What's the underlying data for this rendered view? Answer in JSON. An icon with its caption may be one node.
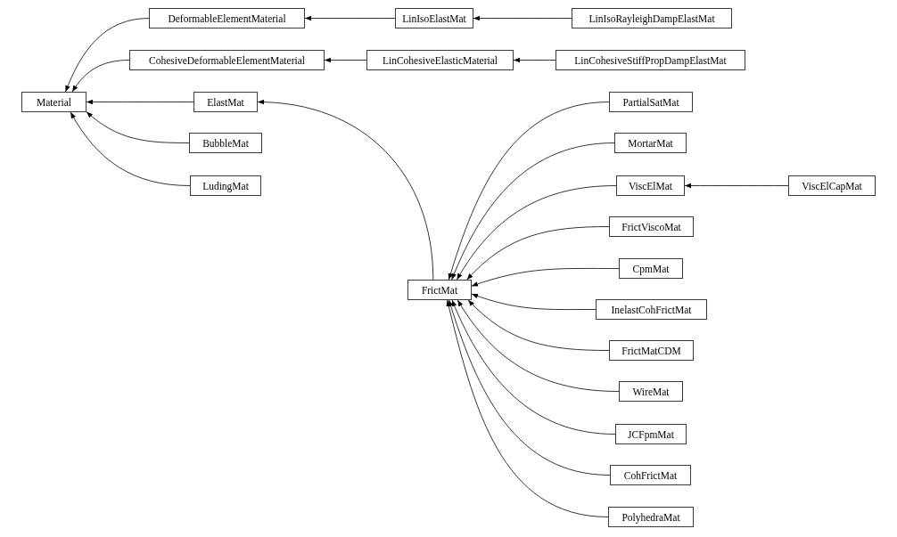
{
  "diagram": {
    "nodes": [
      {
        "text": [
          "Material"
        ]
      },
      {
        "text": [
          "DeformableElementMaterial"
        ]
      },
      {
        "text": [
          "LinIsoElastMat"
        ]
      },
      {
        "text": [
          "LinIsoRayleighDampElastMat"
        ]
      },
      {
        "text": [
          "CohesiveDeformableElementMaterial"
        ]
      },
      {
        "text": [
          "LinCohesiveElasticMaterial"
        ]
      },
      {
        "text": [
          "LinCohesiveStiffPropDampElastMat"
        ]
      },
      {
        "text": [
          "ElastMat"
        ]
      },
      {
        "text": [
          "BubbleMat"
        ]
      },
      {
        "text": [
          "LudingMat"
        ]
      },
      {
        "text": [
          "FrictMat"
        ]
      },
      {
        "text": [
          "PartialSatMat"
        ]
      },
      {
        "text": [
          "MortarMat"
        ]
      },
      {
        "text": [
          "ViscElMat"
        ]
      },
      {
        "text": [
          "ViscElCapMat"
        ]
      },
      {
        "text": [
          "FrictViscoMat"
        ]
      },
      {
        "text": [
          "CpmMat"
        ]
      },
      {
        "text": [
          "InelastCohFrictMat"
        ]
      },
      {
        "text": [
          "FrictMatCDM"
        ]
      },
      {
        "text": [
          "WireMat"
        ]
      },
      {
        "text": [
          "JCFpmMat"
        ]
      },
      {
        "text": [
          "CohFrictMat"
        ]
      },
      {
        "text": [
          "PolyhedraMat"
        ]
      }
    ],
    "edges": [
      {
        "from": 1,
        "to": 0,
        "arrow": "to"
      },
      {
        "from": 2,
        "to": 1,
        "arrow": "to"
      },
      {
        "from": 3,
        "to": 2,
        "arrow": "to"
      },
      {
        "from": 4,
        "to": 0,
        "arrow": "to"
      },
      {
        "from": 5,
        "to": 4,
        "arrow": "to"
      },
      {
        "from": 6,
        "to": 5,
        "arrow": "to"
      },
      {
        "from": 7,
        "to": 0,
        "arrow": "to"
      },
      {
        "from": 8,
        "to": 0,
        "arrow": "to"
      },
      {
        "from": 9,
        "to": 0,
        "arrow": "to"
      },
      {
        "from": 10,
        "to": 7,
        "arrow": "to"
      },
      {
        "from": 11,
        "to": 10,
        "arrow": "to"
      },
      {
        "from": 12,
        "to": 10,
        "arrow": "to"
      },
      {
        "from": 13,
        "to": 10,
        "arrow": "to"
      },
      {
        "from": 14,
        "to": 13,
        "arrow": "to"
      },
      {
        "from": 15,
        "to": 10,
        "arrow": "to"
      },
      {
        "from": 16,
        "to": 10,
        "arrow": "to"
      },
      {
        "from": 17,
        "to": 10,
        "arrow": "to"
      },
      {
        "from": 18,
        "to": 10,
        "arrow": "to"
      },
      {
        "from": 19,
        "to": 10,
        "arrow": "to"
      },
      {
        "from": 20,
        "to": 10,
        "arrow": "to"
      },
      {
        "from": 21,
        "to": 10,
        "arrow": "to"
      },
      {
        "from": 22,
        "to": 10,
        "arrow": "to"
      }
    ]
  }
}
